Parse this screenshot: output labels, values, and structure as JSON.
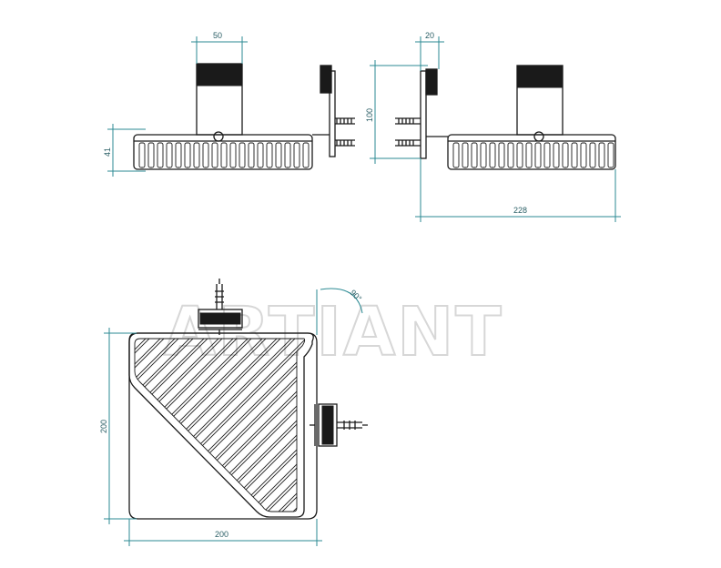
{
  "watermark": "ARTIANT",
  "dimensions": {
    "front_width": "50",
    "front_height": "41",
    "side_depth": "20",
    "side_height": "100",
    "side_length": "228",
    "plan_height": "200",
    "plan_width": "200",
    "corner_angle": "90°"
  }
}
